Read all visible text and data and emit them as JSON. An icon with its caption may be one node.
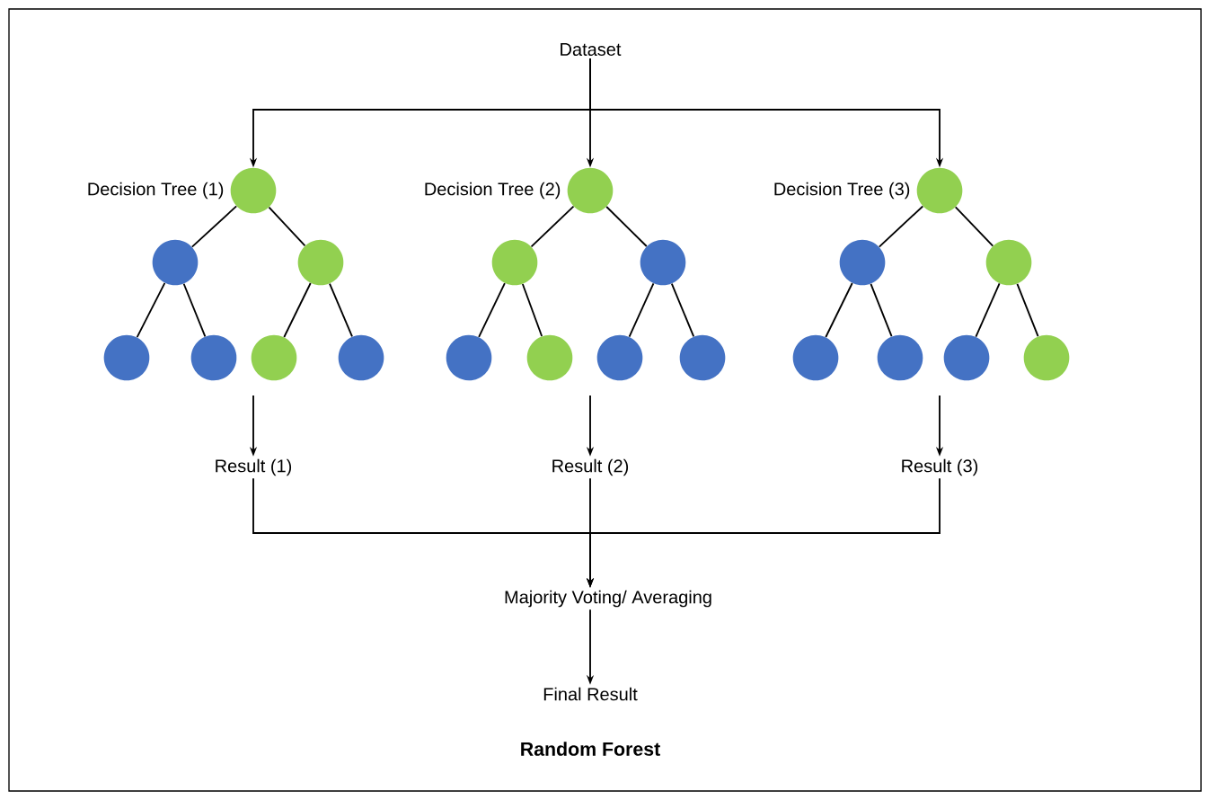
{
  "diagram": {
    "caption": "Random Forest",
    "nodes": [
      {
        "text": [
          "Dataset"
        ]
      },
      {
        "text": [],
        "shape": "circle",
        "beside": [
          "Decision Tree (1)"
        ]
      },
      {
        "text": [],
        "shape": "circle"
      },
      {
        "text": [],
        "shape": "circle"
      },
      {
        "text": [],
        "shape": "circle"
      },
      {
        "text": [],
        "shape": "circle"
      },
      {
        "text": [],
        "shape": "circle"
      },
      {
        "text": [],
        "shape": "circle"
      },
      {
        "text": [],
        "shape": "circle",
        "beside": [
          "Decision Tree (2)"
        ]
      },
      {
        "text": [],
        "shape": "circle"
      },
      {
        "text": [],
        "shape": "circle"
      },
      {
        "text": [],
        "shape": "circle"
      },
      {
        "text": [],
        "shape": "circle"
      },
      {
        "text": [],
        "shape": "circle"
      },
      {
        "text": [],
        "shape": "circle"
      },
      {
        "text": [],
        "shape": "circle",
        "beside": [
          "Decision Tree (3)"
        ]
      },
      {
        "text": [],
        "shape": "circle"
      },
      {
        "text": [],
        "shape": "circle"
      },
      {
        "text": [],
        "shape": "circle"
      },
      {
        "text": [],
        "shape": "circle"
      },
      {
        "text": [],
        "shape": "circle"
      },
      {
        "text": [],
        "shape": "circle"
      },
      {
        "text": [
          "Result (1)"
        ]
      },
      {
        "text": [
          "Result (2)"
        ]
      },
      {
        "text": [
          "Result (3)"
        ]
      },
      {
        "text": [
          "Majority Voting/ Averaging"
        ]
      },
      {
        "text": [
          "Final Result"
        ]
      }
    ],
    "edges": [
      {
        "from": 0,
        "to": 1,
        "arrow": "to"
      },
      {
        "from": 0,
        "to": 8,
        "arrow": "to"
      },
      {
        "from": 0,
        "to": 15,
        "arrow": "to"
      },
      {
        "from": 1,
        "to": 2,
        "arrow": "none"
      },
      {
        "from": 1,
        "to": 3,
        "arrow": "none"
      },
      {
        "from": 2,
        "to": 4,
        "arrow": "none"
      },
      {
        "from": 2,
        "to": 5,
        "arrow": "none"
      },
      {
        "from": 3,
        "to": 6,
        "arrow": "none"
      },
      {
        "from": 3,
        "to": 7,
        "arrow": "none"
      },
      {
        "from": 8,
        "to": 9,
        "arrow": "none"
      },
      {
        "from": 8,
        "to": 10,
        "arrow": "none"
      },
      {
        "from": 9,
        "to": 11,
        "arrow": "none"
      },
      {
        "from": 9,
        "to": 12,
        "arrow": "none"
      },
      {
        "from": 10,
        "to": 13,
        "arrow": "none"
      },
      {
        "from": 10,
        "to": 14,
        "arrow": "none"
      },
      {
        "from": 15,
        "to": 16,
        "arrow": "none"
      },
      {
        "from": 15,
        "to": 17,
        "arrow": "none"
      },
      {
        "from": 16,
        "to": 18,
        "arrow": "none"
      },
      {
        "from": 16,
        "to": 19,
        "arrow": "none"
      },
      {
        "from": 17,
        "to": 20,
        "arrow": "none"
      },
      {
        "from": 17,
        "to": 21,
        "arrow": "none"
      },
      {
        "from": null,
        "to": 22,
        "arrow": "to"
      },
      {
        "from": null,
        "to": 23,
        "arrow": "to"
      },
      {
        "from": null,
        "to": 24,
        "arrow": "to"
      },
      {
        "from": 22,
        "to": 25,
        "arrow": "to"
      },
      {
        "from": 23,
        "to": 25,
        "arrow": "to"
      },
      {
        "from": 24,
        "to": 25,
        "arrow": "to"
      },
      {
        "from": 25,
        "to": 26,
        "arrow": "to"
      }
    ]
  }
}
